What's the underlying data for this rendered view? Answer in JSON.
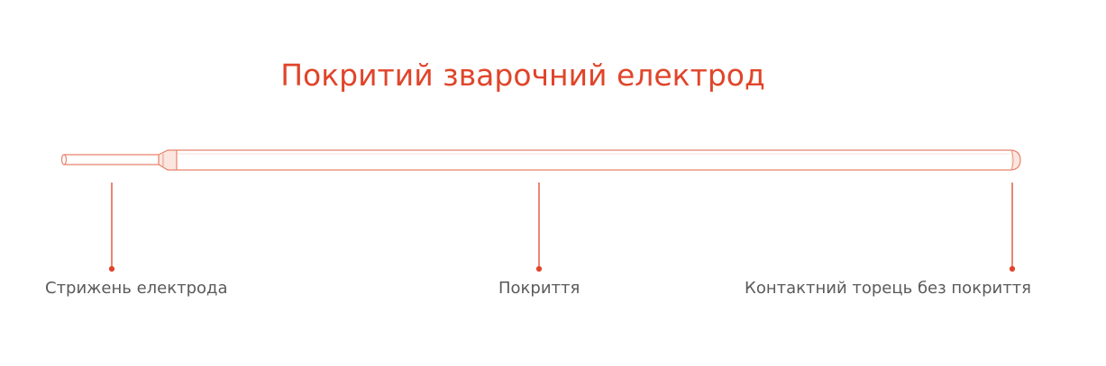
{
  "title": "Покритий зварочний електрод",
  "labels": {
    "core": "Стрижень електрода",
    "coating": "Покриття",
    "contact_end": "Контактний торець без покриття"
  },
  "colors": {
    "accent": "#e0452a",
    "outline": "#e8826c",
    "label_text": "#5a5a5a",
    "background": "#ffffff"
  }
}
